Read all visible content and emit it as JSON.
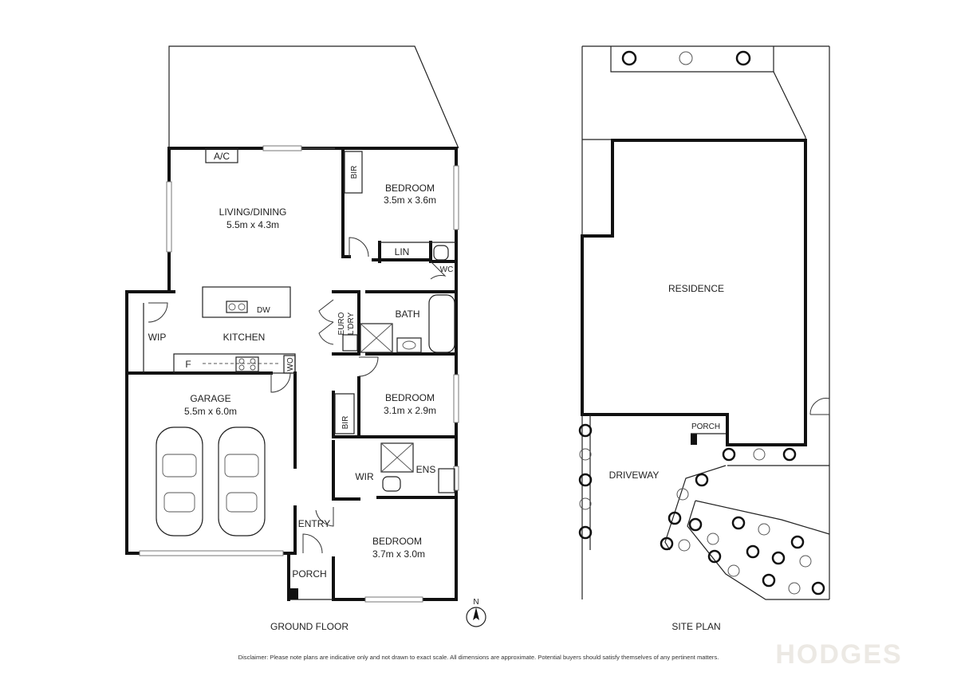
{
  "ground_floor": {
    "caption": "GROUND FLOOR",
    "rooms": {
      "living": {
        "name": "LIVING/DINING",
        "dims": "5.5m x 4.3m"
      },
      "bedroom1": {
        "name": "BEDROOM",
        "dims": "3.5m x 3.6m"
      },
      "bedroom2": {
        "name": "BEDROOM",
        "dims": "3.1m x 2.9m"
      },
      "bedroom3": {
        "name": "BEDROOM",
        "dims": "3.7m x 3.0m"
      },
      "garage": {
        "name": "GARAGE",
        "dims": "5.5m x 6.0m"
      },
      "kitchen": {
        "name": "KITCHEN"
      },
      "bath": {
        "name": "BATH"
      },
      "wip": {
        "name": "WIP"
      },
      "wir": {
        "name": "WIR"
      },
      "ens": {
        "name": "ENS"
      },
      "entry": {
        "name": "ENTRY"
      },
      "porch": {
        "name": "PORCH"
      },
      "lin": {
        "name": "LIN"
      },
      "wc": {
        "name": "WC"
      },
      "laundry": {
        "name": "EURO L'DRY",
        "line1": "EURO",
        "line2": "L'DRY"
      }
    },
    "fixtures": {
      "ac": "A/C",
      "bir": "BIR",
      "dw": "DW",
      "fridge": "F",
      "wall_oven": "WO"
    },
    "compass": "N"
  },
  "site_plan": {
    "caption": "SITE PLAN",
    "residence": "RESIDENCE",
    "driveway": "DRIVEWAY",
    "porch": "PORCH"
  },
  "disclaimer": "Disclaimer: Please note plans are indicative only and not drawn to exact scale. All dimensions are approximate. Potential buyers should satisfy themselves of any pertinent matters.",
  "brand": {
    "name": "HODGES",
    "color": "#ece9e4"
  }
}
